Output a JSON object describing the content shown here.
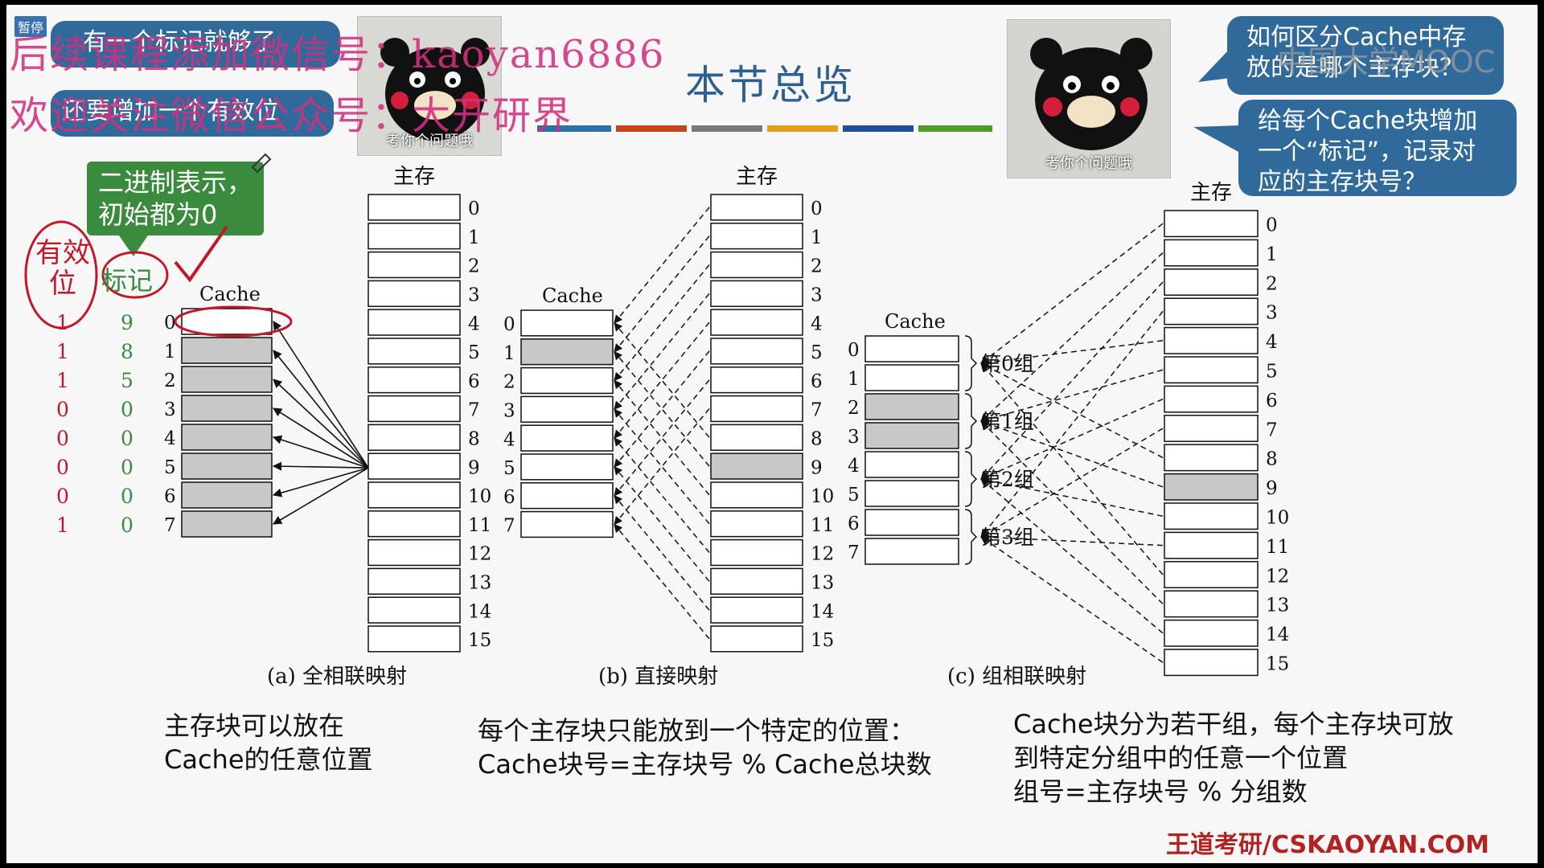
{
  "badge": "暂停",
  "title": "本节总览",
  "watermark": {
    "line1": "后续课程添加微信号：kaoyan6886",
    "line2": "欢迎关注微信公众号：大开研界"
  },
  "mooc_logo": "中国大学MOOC",
  "bubbles": {
    "left1": "有一个标记就够了",
    "left2": "还要增加一个有效位",
    "right1": "如何区分Cache中存放的是哪个主存块？",
    "right2": "给每个Cache块增加一个“标记”，记录对应的主存块号？"
  },
  "photo_caption": "考你个问题哦",
  "green_box": "二进制表示，初始都为0",
  "annotations": {
    "valid": "有效位",
    "tag": "标记"
  },
  "valid_bits": [
    "1",
    "1",
    "1",
    "0",
    "0",
    "0",
    "0",
    "1"
  ],
  "tags": [
    "9",
    "8",
    "5",
    "0",
    "0",
    "0",
    "0",
    "0"
  ],
  "labels": {
    "main_memory": "主存",
    "cache": "Cache"
  },
  "groups": [
    "第0组",
    "第1组",
    "第2组",
    "第3组"
  ],
  "captions": {
    "a": "(a) 全相联映射",
    "b": "(b) 直接映射",
    "c": "(c) 组相联映射"
  },
  "descriptions": {
    "a": [
      "主存块可以放在",
      "Cache的任意位置"
    ],
    "b": [
      "每个主存块只能放到一个特定的位置：",
      "Cache块号=主存块号 % Cache总块数"
    ],
    "c": [
      "Cache块分为若干组，每个主存块可放",
      "到特定分组中的任意一个位置",
      "组号=主存块号 % 分组数"
    ]
  },
  "footer": "王道考研/CSKAOYAN.COM",
  "colors": {
    "blue": "#2e5f8e",
    "red": "#c0182a",
    "green": "#3b8b3f",
    "magenta": "#d0307f"
  }
}
